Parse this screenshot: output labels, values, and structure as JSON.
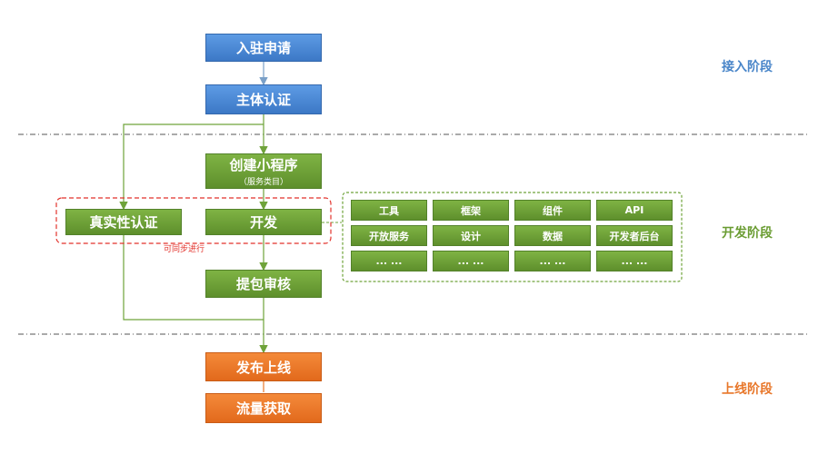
{
  "stages": {
    "access": {
      "label": "接入阶段",
      "color": "#4a86c9"
    },
    "dev": {
      "label": "开发阶段",
      "color": "#6a9c32"
    },
    "launch": {
      "label": "上线阶段",
      "color": "#e8772a"
    }
  },
  "steps": {
    "apply": "入驻申请",
    "verify": "主体认证",
    "create": "创建小程序",
    "create_sub": "（服务类目）",
    "develop": "开发",
    "real_verify": "真实性认证",
    "review": "提包审核",
    "publish": "发布上线",
    "traffic": "流量获取"
  },
  "parallel_note": "可同步进行",
  "dev_resources": [
    [
      "工具",
      "框架",
      "组件",
      "API"
    ],
    [
      "开放服务",
      "设计",
      "数据",
      "开发者后台"
    ],
    [
      "... ...",
      "... ...",
      "... ...",
      "... ..."
    ]
  ]
}
